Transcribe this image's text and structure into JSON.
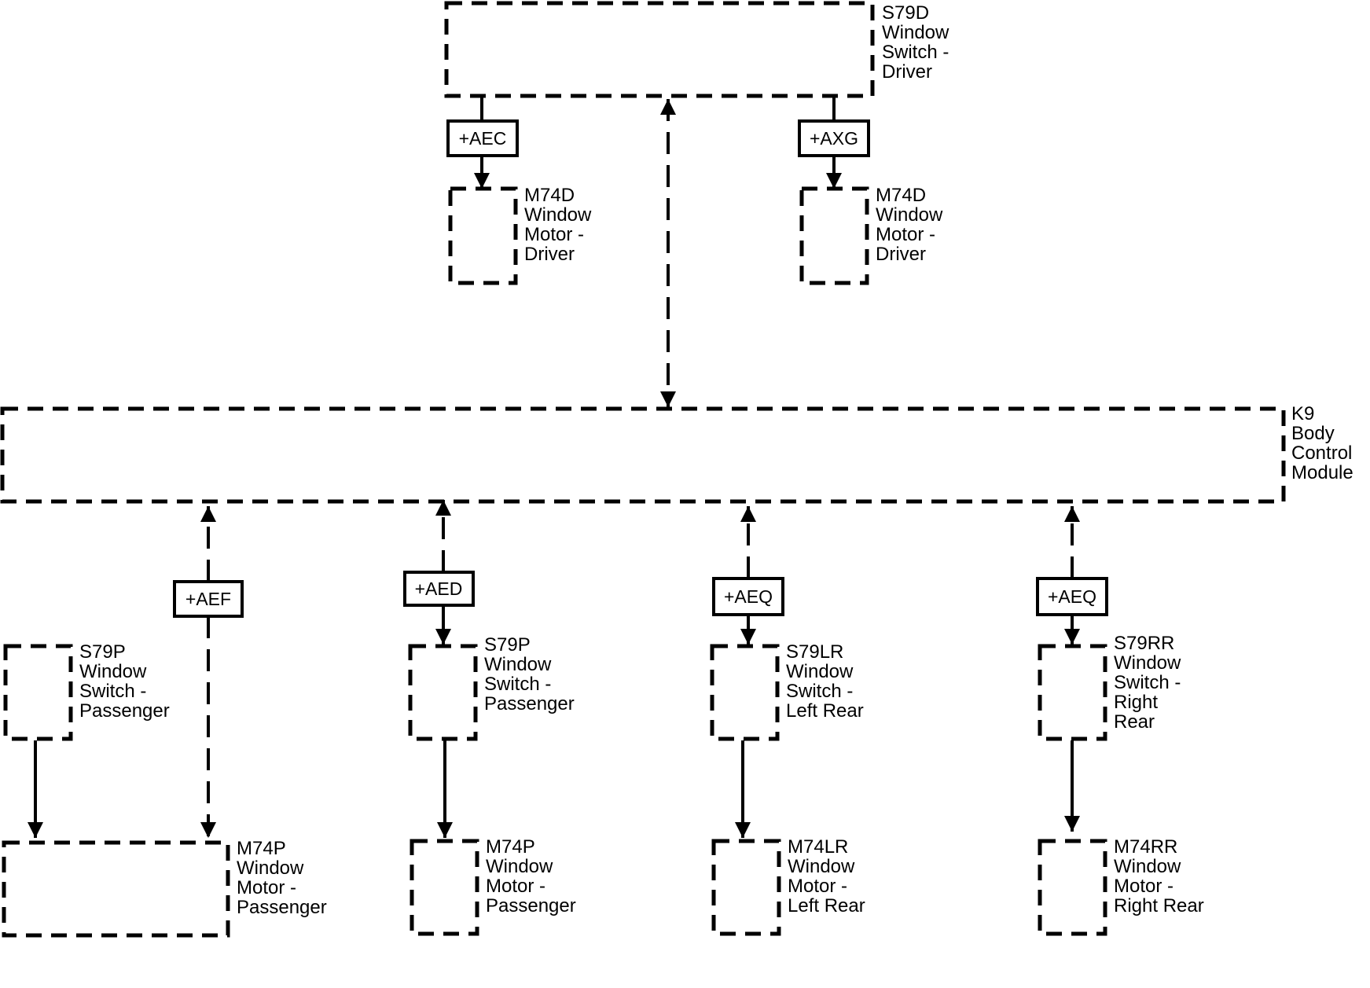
{
  "components": {
    "s79d": [
      "S79D",
      "Window",
      "Switch -",
      "Driver"
    ],
    "m74d_a": [
      "M74D",
      "Window",
      "Motor -",
      "Driver"
    ],
    "m74d_b": [
      "M74D",
      "Window",
      "Motor -",
      "Driver"
    ],
    "k9": [
      "K9",
      "Body",
      "Control",
      "Module"
    ],
    "s79p_a": [
      "S79P",
      "Window",
      "Switch -",
      "Passenger"
    ],
    "m74p_a": [
      "M74P",
      "Window",
      "Motor -",
      "Passenger"
    ],
    "s79p_b": [
      "S79P",
      "Window",
      "Switch -",
      "Passenger"
    ],
    "m74p_b": [
      "M74P",
      "Window",
      "Motor -",
      "Passenger"
    ],
    "s79lr": [
      "S79LR",
      "Window",
      "Switch -",
      "Left Rear"
    ],
    "m74lr": [
      "M74LR",
      "Window",
      "Motor -",
      "Left Rear"
    ],
    "s79rr": [
      "S79RR",
      "Window",
      "Switch -",
      "Right",
      "Rear"
    ],
    "m74rr": [
      "M74RR",
      "Window",
      "Motor -",
      "Right Rear"
    ]
  },
  "signals": {
    "aec": "+AEC",
    "axg": "+AXG",
    "aef": "+AEF",
    "aed": "+AED",
    "aeq_lr": "+AEQ",
    "aeq_rr": "+AEQ"
  },
  "style": {
    "line_color": "#000000",
    "background": "#ffffff"
  }
}
